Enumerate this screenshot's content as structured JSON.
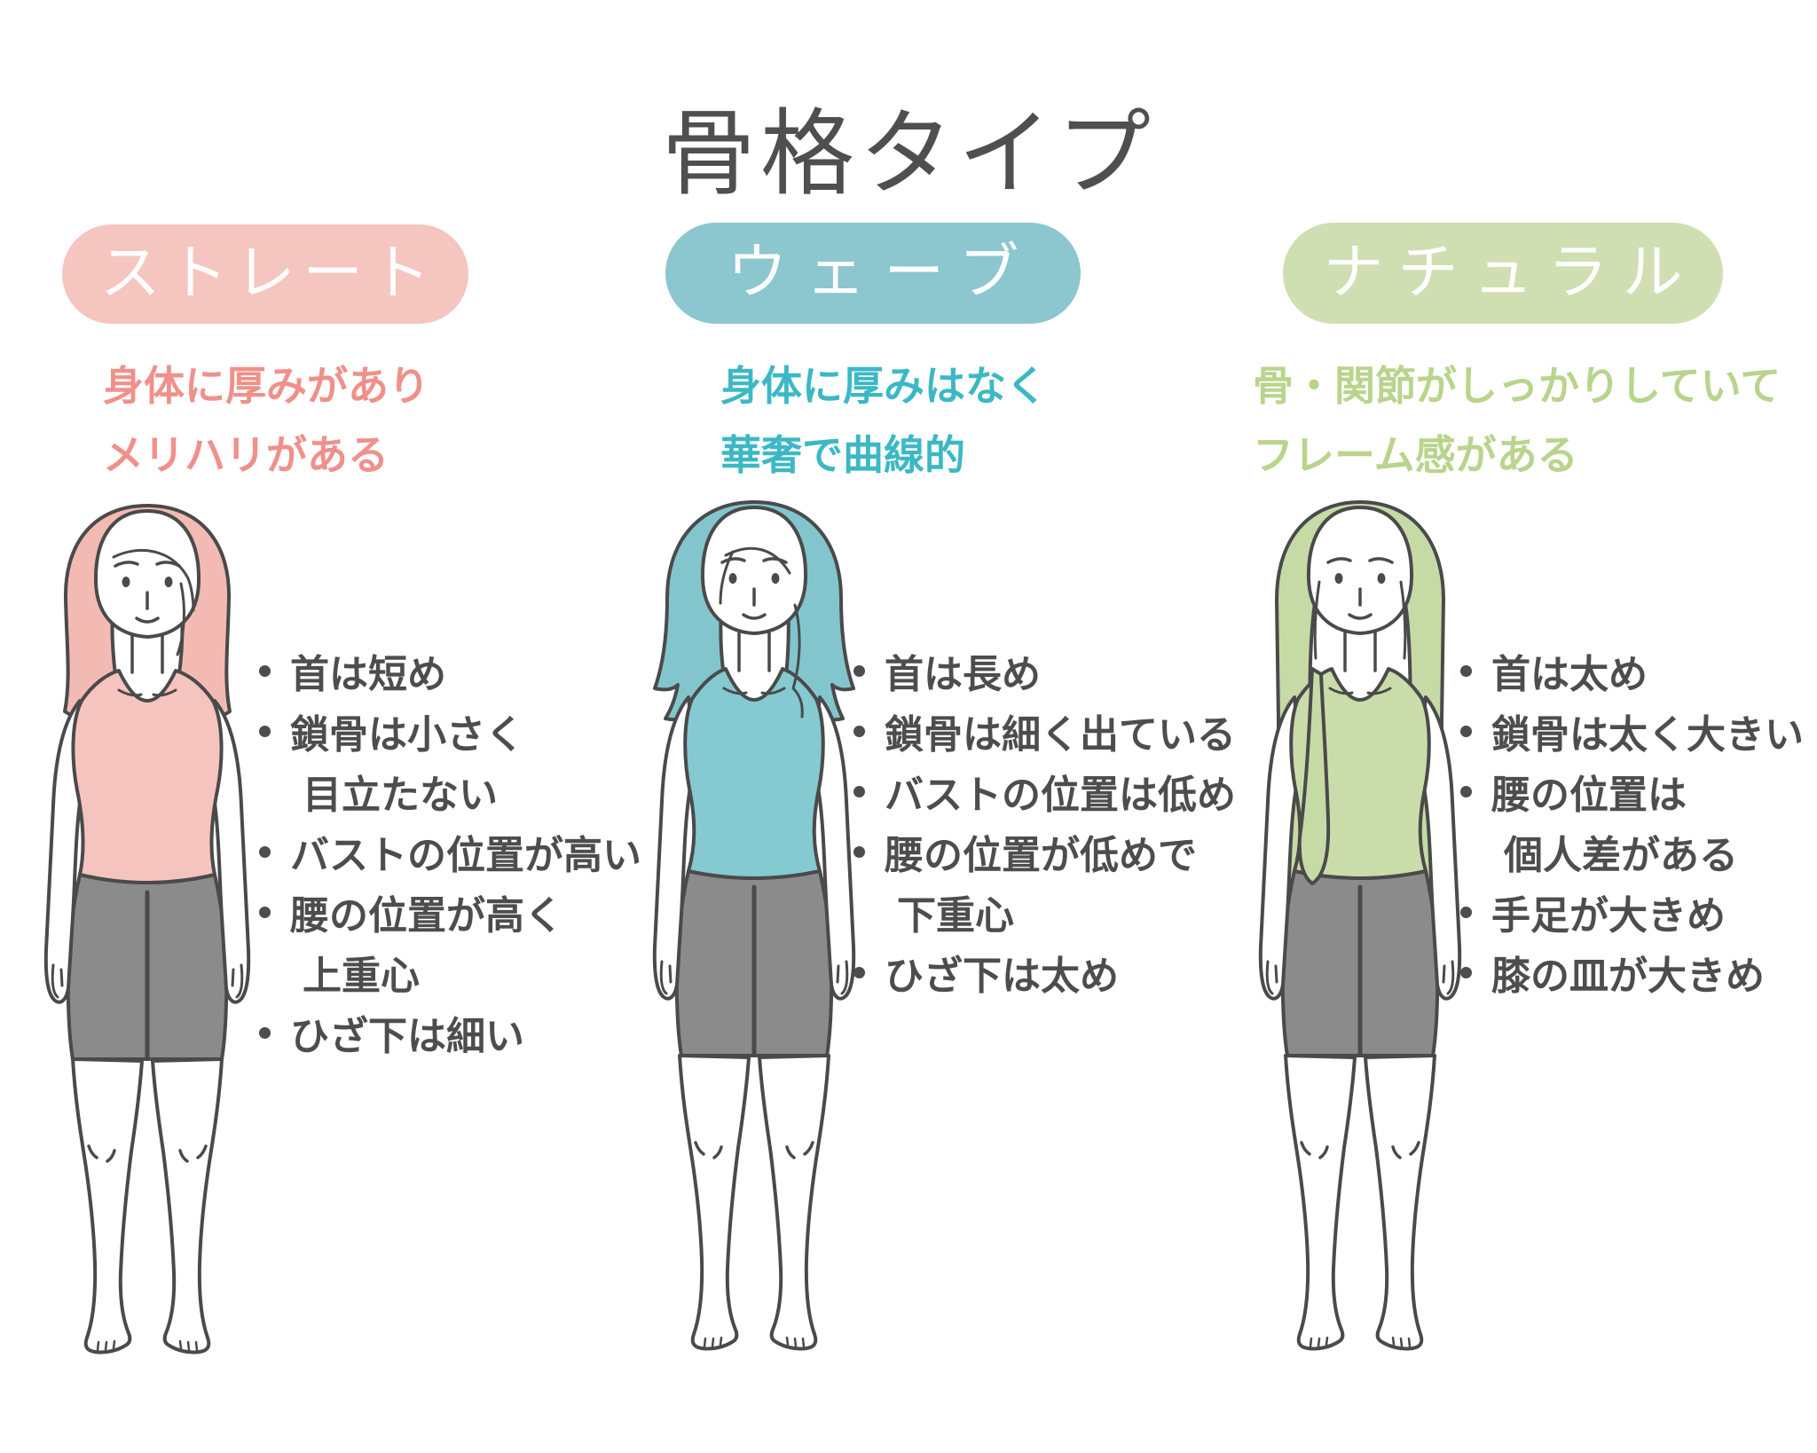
{
  "page": {
    "title": "骨格タイプ",
    "background_color": "#ffffff",
    "title_color": "#4f4f4f",
    "line_color": "#4a4a4a",
    "bullet_text_color": "#4d4d4d"
  },
  "types": [
    {
      "id": "straight",
      "label": "ストレート",
      "pill_color": "#f5c5bf",
      "accent_color": "#f0908a",
      "description_lines": [
        "身体に厚みがあり",
        "メリハリがある"
      ],
      "figure": {
        "name": "woman-straight-bob",
        "hair_color": "#f3bab4",
        "top_color": "#f5c4be",
        "shorts_color": "#8b8b8b",
        "skin_color": "#ffffff"
      },
      "bullets": [
        {
          "lines": [
            "首は短め"
          ]
        },
        {
          "lines": [
            "鎖骨は小さく",
            "目立たない"
          ]
        },
        {
          "lines": [
            "バストの位置が高い"
          ]
        },
        {
          "lines": [
            "腰の位置が高く",
            "上重心"
          ]
        },
        {
          "lines": [
            "ひざ下は細い"
          ]
        }
      ]
    },
    {
      "id": "wave",
      "label": "ウェーブ",
      "pill_color": "#8cc6ce",
      "accent_color": "#3cb8c5",
      "description_lines": [
        "身体に厚みはなく",
        "華奢で曲線的"
      ],
      "figure": {
        "name": "woman-wavy-hair",
        "hair_color": "#82c5cd",
        "top_color": "#85c9d1",
        "shorts_color": "#8b8b8b",
        "skin_color": "#ffffff"
      },
      "bullets": [
        {
          "lines": [
            "首は長め"
          ]
        },
        {
          "lines": [
            "鎖骨は細く出ている"
          ]
        },
        {
          "lines": [
            "バストの位置は低め"
          ]
        },
        {
          "lines": [
            "腰の位置が低めで",
            "下重心"
          ]
        },
        {
          "lines": [
            "ひざ下は太め"
          ]
        }
      ]
    },
    {
      "id": "natural",
      "label": "ナチュラル",
      "pill_color": "#cfdfb2",
      "accent_color": "#b9d48c",
      "description_lines": [
        "骨・関節がしっかりしていて",
        "フレーム感がある"
      ],
      "figure": {
        "name": "woman-long-hair",
        "hair_color": "#c6daa6",
        "top_color": "#cbdcab",
        "shorts_color": "#8b8b8b",
        "skin_color": "#ffffff"
      },
      "bullets": [
        {
          "lines": [
            "首は太め"
          ]
        },
        {
          "lines": [
            "鎖骨は太く大きい"
          ]
        },
        {
          "lines": [
            "腰の位置は",
            "個人差がある"
          ]
        },
        {
          "lines": [
            "手足が大きめ"
          ]
        },
        {
          "lines": [
            "膝の皿が大きめ"
          ]
        }
      ]
    }
  ]
}
